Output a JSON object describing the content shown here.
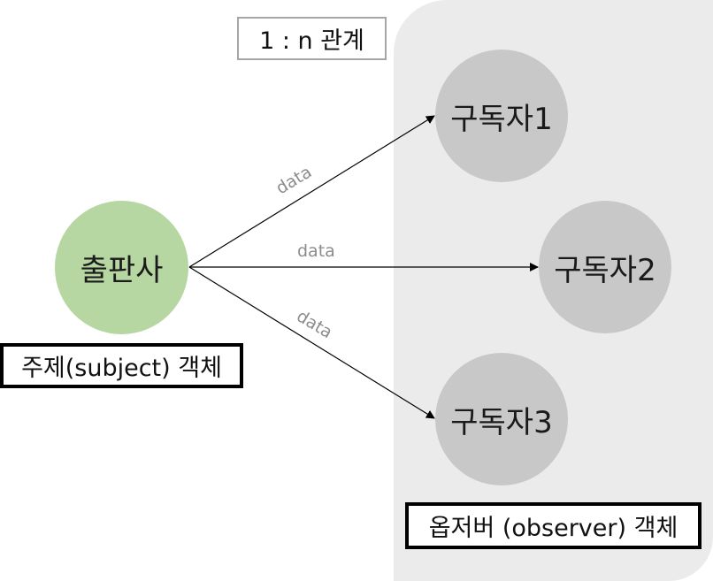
{
  "colors": {
    "publisher_fill": "#b6d7a2",
    "subscriber_fill": "#c8c8c8",
    "observer_region": "#ebebeb",
    "edge_stroke": "#000000",
    "edge_label": "#8c8c8c"
  },
  "relation_label": "1 : n 관계",
  "publisher": {
    "label": "출판사"
  },
  "subject_caption": "주제(subject) 객체",
  "subscribers": [
    {
      "label": "구독자1"
    },
    {
      "label": "구독자2"
    },
    {
      "label": "구독자3"
    }
  ],
  "observer_caption": "옵저버 (observer) 객체",
  "edges": [
    {
      "from": "출판사",
      "to": "구독자1",
      "label": "data"
    },
    {
      "from": "출판사",
      "to": "구독자2",
      "label": "data"
    },
    {
      "from": "출판사",
      "to": "구독자3",
      "label": "data"
    }
  ]
}
